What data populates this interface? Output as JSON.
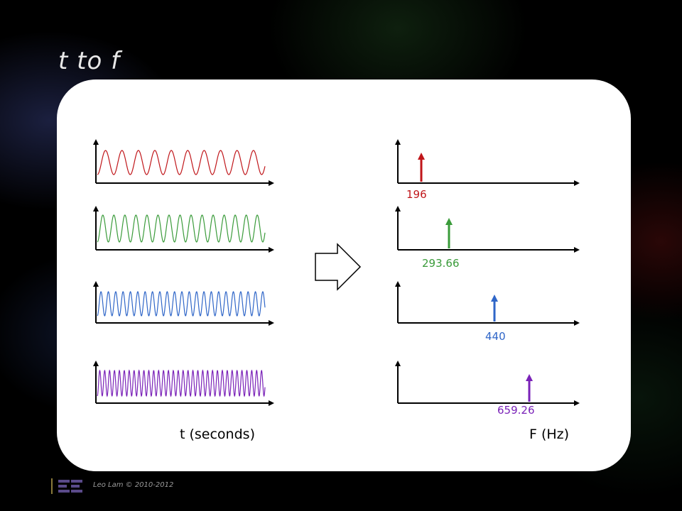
{
  "slide": {
    "title": "t to f",
    "footer": "Leo Lam © 2010-2012",
    "time_axis_label": "t (seconds)",
    "freq_axis_label": "F (Hz)"
  },
  "signals": [
    {
      "frequency": "196",
      "color": "#c0161a"
    },
    {
      "frequency": "293.66",
      "color": "#3a9b3a"
    },
    {
      "frequency": "440",
      "color": "#2f66c8"
    },
    {
      "frequency": "659.26",
      "color": "#7a22b8"
    }
  ]
}
